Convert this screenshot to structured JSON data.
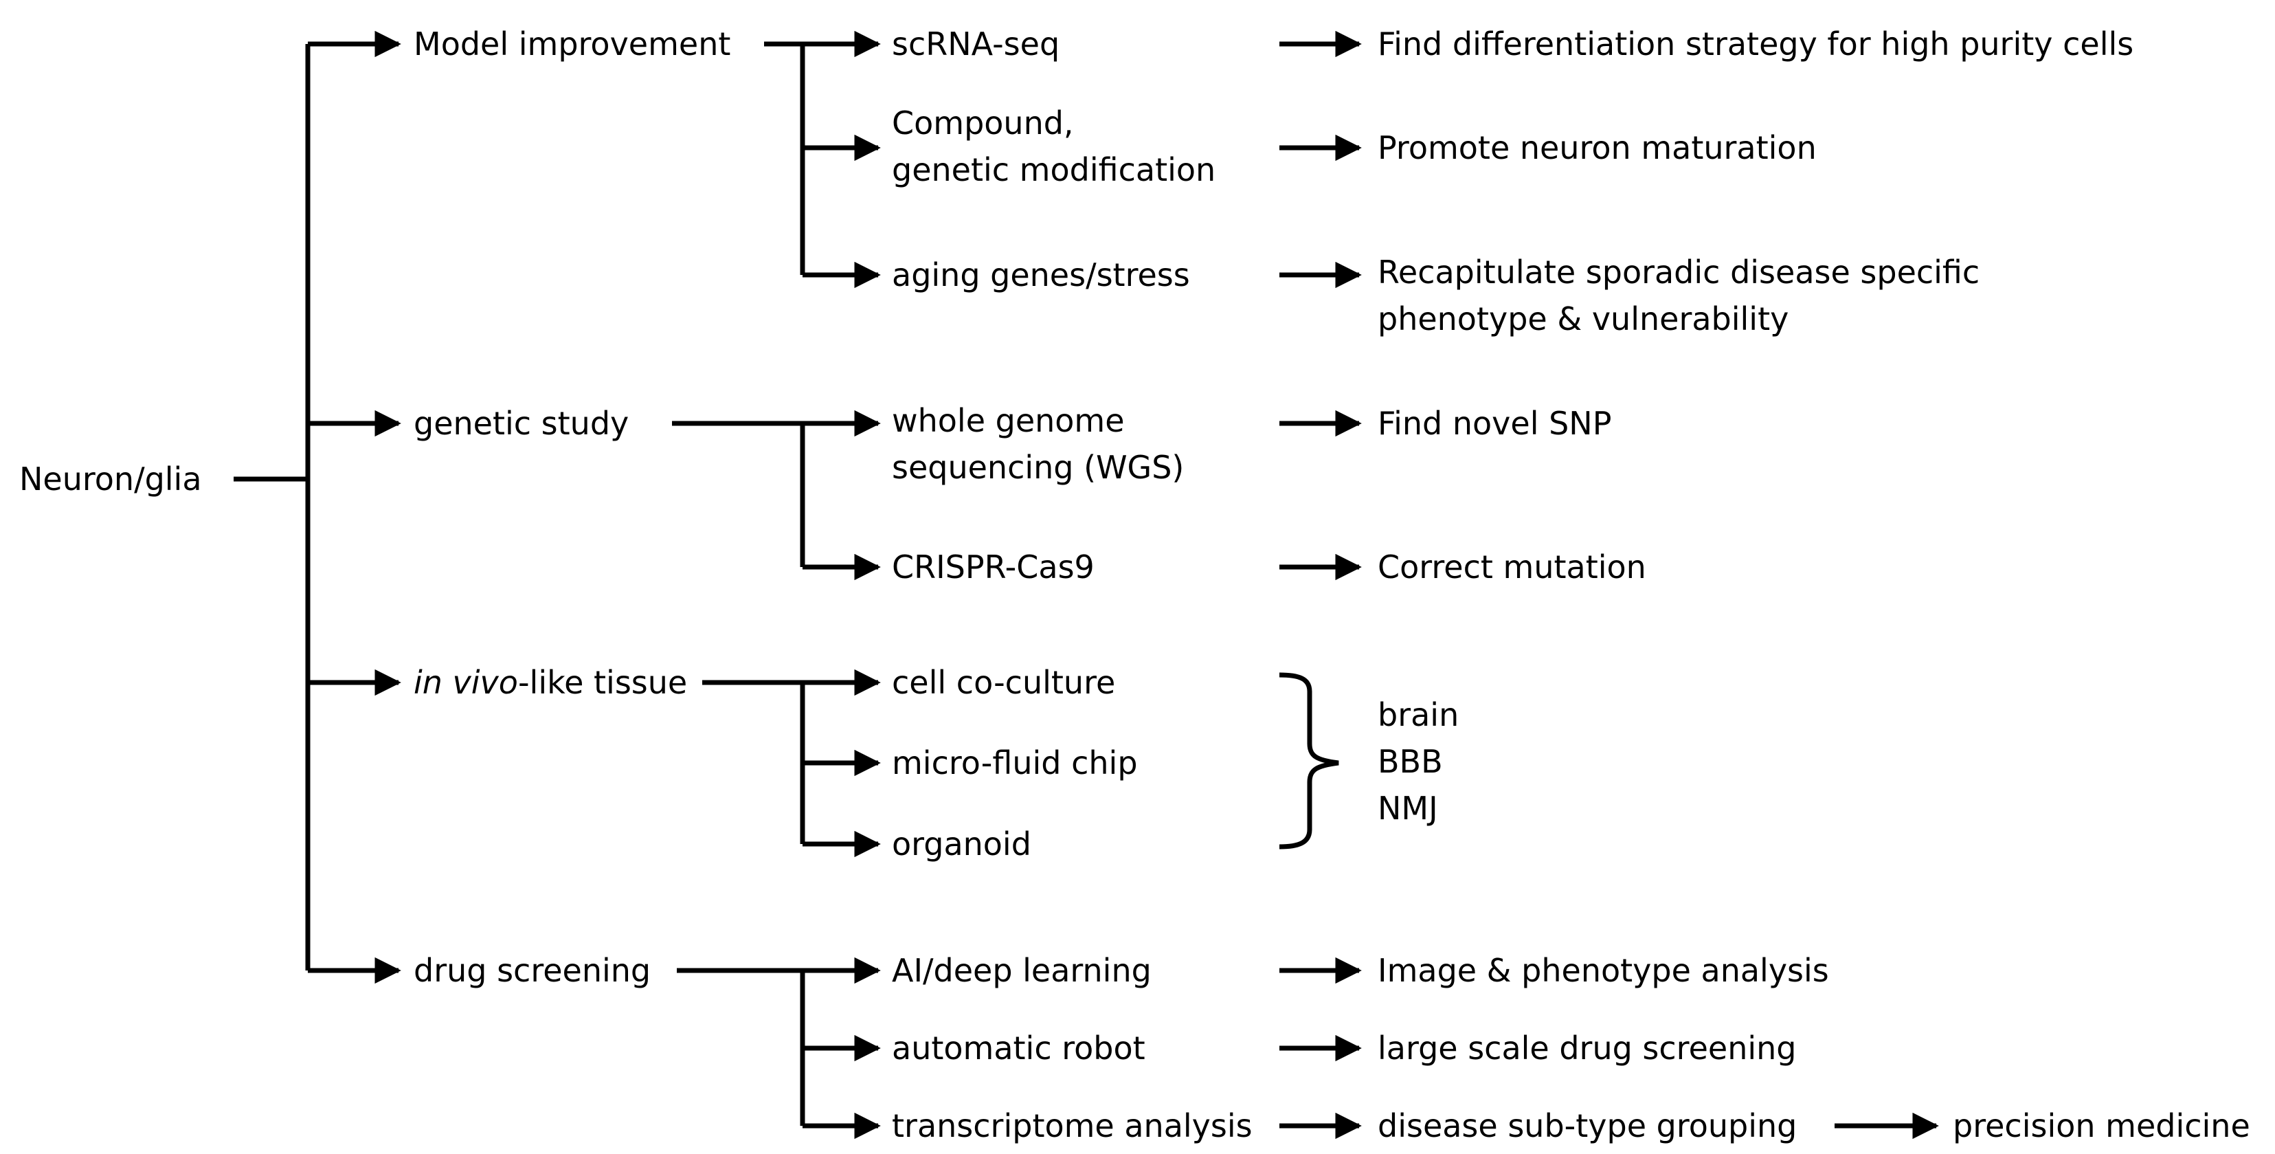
{
  "diagram": {
    "root": "Neuron/glia",
    "branches": {
      "model": {
        "label": "Model improvement",
        "methods": [
          "scRNA-seq",
          "Compound,",
          "genetic modification",
          "aging genes/stress"
        ],
        "outcomes": [
          "Find differentiation strategy for high purity cells",
          "Promote  neuron  maturation",
          "Recapitulate sporadic disease specific",
          "phenotype  & vulnerability"
        ]
      },
      "genetic": {
        "label": "genetic study",
        "methods": [
          "whole genome",
          "sequencing (WGS)",
          "CRISPR-Cas9"
        ],
        "outcomes": [
          "Find novel SNP",
          "Correct mutation"
        ]
      },
      "invivo": {
        "label_italic": "in vivo",
        "label_rest": "-like tissue",
        "methods": [
          "cell co-culture",
          "micro-fluid chip",
          "organoid"
        ],
        "models": [
          "brain",
          "BBB",
          "NMJ"
        ]
      },
      "drug": {
        "label": "drug screening",
        "methods": [
          "AI/deep learning",
          "automatic robot",
          "transcriptome analysis"
        ],
        "outcomes": [
          "Image & phenotype  analysis",
          "large scale drug screening",
          "disease sub-type grouping"
        ],
        "final": "precision medicine"
      }
    }
  }
}
